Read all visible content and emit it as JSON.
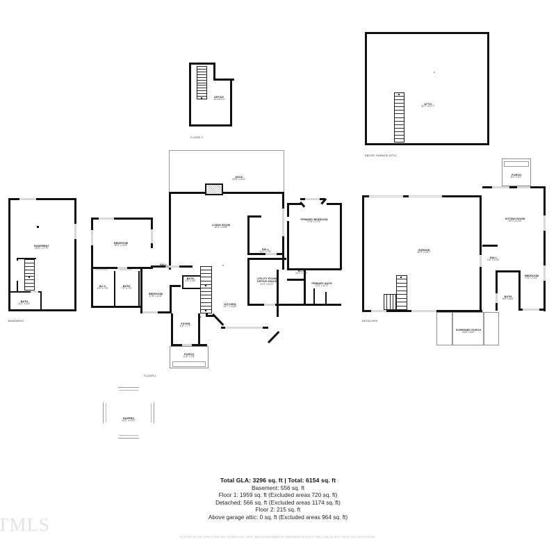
{
  "document": {
    "type": "floor-plan",
    "watermark": "TMLS",
    "disclaimer": "FLOOR PLAN CREATED BY CUBICASA APP. MEASUREMENTS DEEMED HIGHLY RELIABLE BUT NOT GUARANTEED."
  },
  "summary": {
    "total_line": "Total GLA: 3296 sq. ft | Total: 6154 sq. ft",
    "rows": [
      "Basement: 556 sq. ft",
      "Floor 1: 1959 sq. ft (Excluded areas 720 sq. ft)",
      "Detached: 566 sq. ft (Excluded areas 1174 sq. ft)",
      "Floor 2: 215 sq. ft",
      "Above garage attic: 0 sq. ft (Excluded areas 964 sq. ft)"
    ]
  },
  "sections": {
    "floor2": {
      "caption": "FLOOR 2"
    },
    "above_garage_attic": {
      "caption": "ABOVE GARAGE ATTIC"
    },
    "basement": {
      "caption": "BASEMENT"
    },
    "floor1": {
      "caption": "FLOOR 1"
    },
    "detached": {
      "caption": "DETACHED"
    }
  },
  "rooms": {
    "office": {
      "name": "OFFICE",
      "dim": "13.2x13.4"
    },
    "attic": {
      "name": "ATTIC",
      "dim": "30'7\" x 17'7\""
    },
    "basement_main": {
      "name": "BASEMENT",
      "dim": "18'5\" x 27'5\""
    },
    "basement_bath": {
      "name": "BATH",
      "dim": "11'2\" x 5'3\""
    },
    "deck": {
      "name": "DECK",
      "dim": "34'8\" x 20'1\""
    },
    "living_room": {
      "name": "LIVING ROOM",
      "dim": "18'3\" x 20'8\""
    },
    "primary_bedroom": {
      "name": "PRIMARY BEDROOM",
      "dim": "17'8\" x 17'9\""
    },
    "hall_upper": {
      "name": "HALL",
      "dim": "11'0\" x 2'8\""
    },
    "primary_wic": {
      "name": "W.I.C.",
      "dim": "11'0\" x 4'9\""
    },
    "primary_bath": {
      "name": "PRIMARY BATH",
      "dim": "11'0\" x 11'3\""
    },
    "utility_office": {
      "name": "UTILITY ROOM",
      "name2": "OFFICE SPACE",
      "dim": "11'0\" x 11'3\""
    },
    "kitchen": {
      "name": "KITCHEN",
      "dim": "14'7\" x 18'6\""
    },
    "bedroom_nw": {
      "name": "BEDROOM",
      "dim": "15'3\" x 11'8\""
    },
    "hall_nw": {
      "name": "HALL",
      "dim": "11'5\" x 3'3\""
    },
    "wic_nw": {
      "name": "W.I.C.",
      "dim": "6'0\" x 7'6\""
    },
    "bath_nw": {
      "name": "BATH",
      "dim": "7'2\" x 7'6\""
    },
    "bedroom_sw": {
      "name": "BEDROOM",
      "dim": "11'8\" x 11'8\""
    },
    "bath_center": {
      "name": "BATH",
      "dim": "2'8\" x 5'8\""
    },
    "foyer": {
      "name": "FOYER",
      "dim": "6'8\" x 7'7\""
    },
    "porch_front": {
      "name": "PORCH",
      "dim": "11'8\" x 3'8\""
    },
    "gazebo": {
      "name": "GAZEBO",
      "dim": "13'2\" x 13'2\""
    },
    "garage": {
      "name": "GARAGE",
      "dim": "30'3\" x 25'7\""
    },
    "sitting_room": {
      "name": "SITTING ROOM",
      "dim": "19'0\" x 12'9\""
    },
    "porch_ne": {
      "name": "PORCH",
      "dim": "8'2\" x 3'1\""
    },
    "hall_det": {
      "name": "HALL",
      "dim": "9'6\" x 14'4\""
    },
    "bedroom_det": {
      "name": "BEDROOM",
      "dim": "9'3\" x 14'4\""
    },
    "bath_det": {
      "name": "BATH",
      "dim": "5'6\" x 8'8\""
    },
    "screened_porch": {
      "name": "SCREENED PORCH",
      "dim": "16'8\" x 8'8\""
    }
  }
}
